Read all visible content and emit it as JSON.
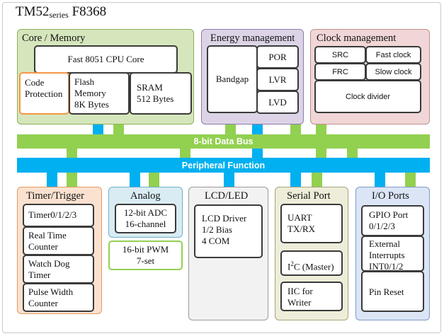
{
  "title": {
    "main": "TM52",
    "sub": "series",
    "model": "F8368"
  },
  "buses": {
    "data_bus": "8-bit Data Bus",
    "peripheral": "Peripheral Function"
  },
  "core": {
    "label": "Core / Memory",
    "cpu": "Fast 8051 CPU Core",
    "code_protection": [
      "Code",
      "Protection"
    ],
    "flash": [
      "Flash",
      "Memory",
      "8K Bytes"
    ],
    "sram": [
      "SRAM",
      "512 Bytes"
    ]
  },
  "energy": {
    "label": "Energy management",
    "bandgap": "Bandgap",
    "por": "POR",
    "lvr": "LVR",
    "lvd": "LVD"
  },
  "clock": {
    "label": "Clock management",
    "src": "SRC",
    "fast_clock": "Fast clock",
    "frc": "FRC",
    "slow_clock": "Slow clock",
    "divider": "Clock divider"
  },
  "timer": {
    "label": "Timer/Trigger",
    "timer": [
      "Timer0/1/2/3"
    ],
    "rtc": [
      "Real Time",
      "Counter"
    ],
    "watchdog": [
      "Watch Dog",
      "Timer"
    ],
    "pwc": [
      "Pulse Width",
      "Counter"
    ]
  },
  "analog": {
    "label": "Analog",
    "adc": [
      "12-bit ADC",
      "16-channel"
    ],
    "pwm": [
      "16-bit PWM",
      "7-set"
    ]
  },
  "lcd": {
    "label": "LCD/LED",
    "driver": [
      "LCD Driver",
      "1/2 Bias",
      "4 COM"
    ]
  },
  "serial": {
    "label": "Serial Port",
    "uart": [
      "UART",
      "TX/RX"
    ],
    "i2c": {
      "prefix": "I",
      "sup": "2",
      "suffix": "C (Master)"
    },
    "iic": [
      "IIC for",
      "Writer"
    ]
  },
  "io": {
    "label": "I/O Ports",
    "gpio": [
      "GPIO Port",
      "0/1/2/3"
    ],
    "ext_int": [
      "External",
      "Interrupts",
      "INT0/1/2"
    ],
    "reset": [
      "Pin Reset"
    ]
  },
  "colors": {
    "green_bus": "#92d050",
    "blue_bus": "#00b0f0",
    "core_fill": "#d6e6bc",
    "core_border": "#8fae5b",
    "energy_fill": "#dcd4e6",
    "energy_border": "#8d7aa8",
    "clock_fill": "#f0d6d6",
    "clock_border": "#c48d8d",
    "timer_fill": "#fbe1cf",
    "timer_border": "#e39b62",
    "analog_fill": "#d9ecf3",
    "analog_border": "#6fb0c8",
    "lcd_fill": "#f2f2f2",
    "lcd_border": "#9a9a9a",
    "serial_fill": "#eeedd9",
    "serial_border": "#a5a57a",
    "io_fill": "#dbe5f5",
    "io_border": "#7f9ac8",
    "code_protection_border": "#f79646",
    "pwm_border": "#92d050"
  }
}
